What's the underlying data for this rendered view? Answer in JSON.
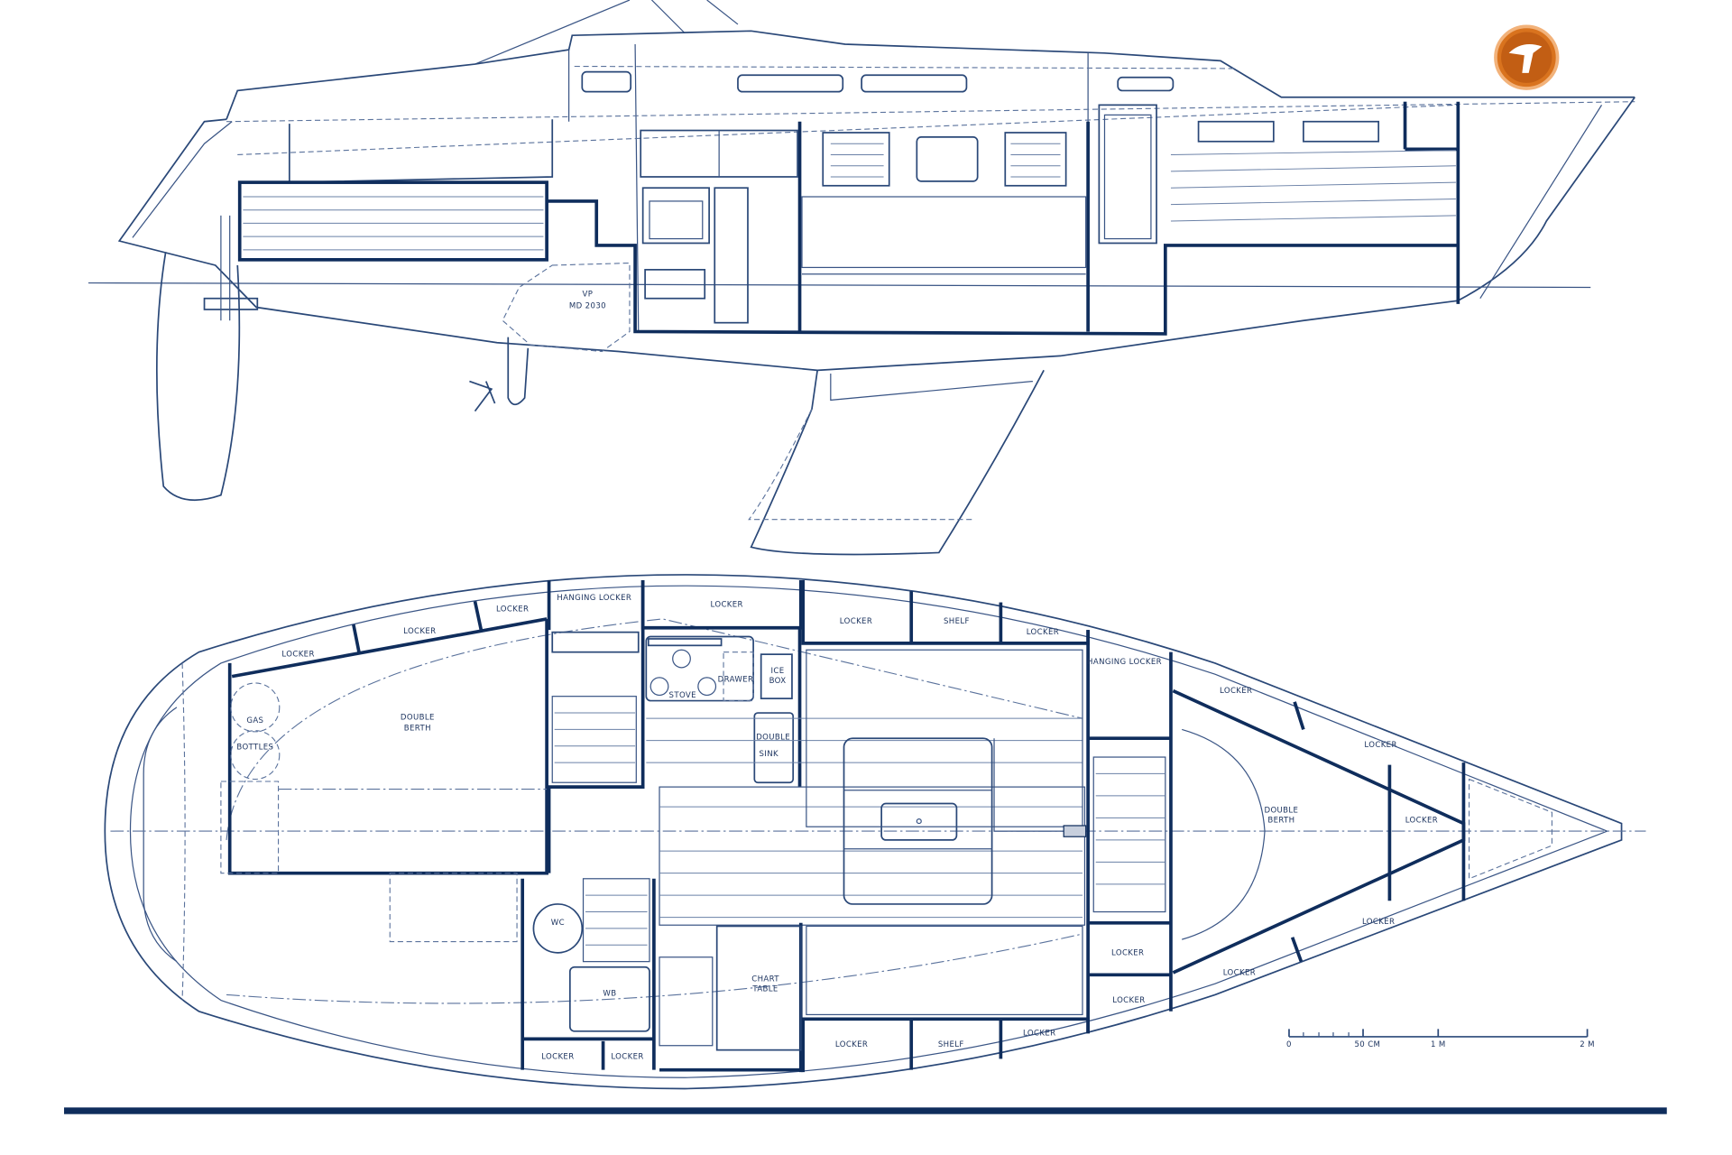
{
  "colors": {
    "line": "#2a4878",
    "heavy_line": "#0f2d5c",
    "baseline_bar": "#0f2d5c",
    "logo": "#d9731e"
  },
  "logo": {
    "icon": "bird-in-orange-circle-logo"
  },
  "profile": {
    "engine_label_1": "VP",
    "engine_label_2": "MD 2030"
  },
  "plan": {
    "stern_locker_1": "LOCKER",
    "stern_locker_2": "LOCKER",
    "stern_locker_3": "LOCKER",
    "hanging_locker_aft": "HANGING  LOCKER",
    "galley_locker": "LOCKER",
    "gas": "GAS",
    "bottles": "BOTTLES",
    "aft_berth_1": "DOUBLE",
    "aft_berth_2": "BERTH",
    "stove": "STOVE",
    "drawer": "DRAWER",
    "ice_box_1": "ICE",
    "ice_box_2": "BOX",
    "sink_1": "DOUBLE",
    "sink_2": "SINK",
    "wc": "WC",
    "wb": "WB",
    "chart_table_1": "CHART",
    "chart_table_2": "TABLE",
    "head_locker_1": "LOCKER",
    "head_locker_2": "LOCKER",
    "saloon_locker_top_1": "LOCKER",
    "saloon_shelf_top": "SHELF",
    "saloon_locker_top_2": "LOCKER",
    "saloon_locker_bottom_1": "LOCKER",
    "saloon_shelf_bottom": "SHELF",
    "saloon_locker_bottom_2": "LOCKER",
    "hanging_locker_fwd": "HANGING  LOCKER",
    "fwd_locker_top_1": "LOCKER",
    "fwd_locker_top_2": "LOCKER",
    "fwd_locker_mid_1": "LOCKER",
    "fwd_locker_mid_2": "LOCKER",
    "fwd_locker_bottom_1": "LOCKER",
    "fwd_locker_bottom_2": "LOCKER",
    "fwd_berth_1": "DOUBLE",
    "fwd_berth_2": "BERTH",
    "bow_locker": "LOCKER"
  },
  "scale_bar": {
    "tick_0": "0",
    "tick_50cm": "50 CM",
    "tick_1m": "1 M",
    "tick_2m": "2 M"
  }
}
